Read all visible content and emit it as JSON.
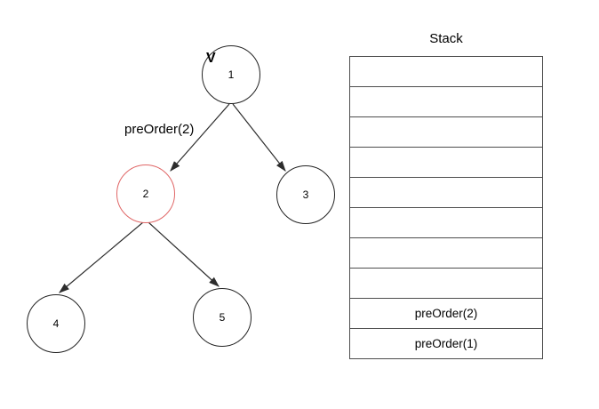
{
  "tree": {
    "visited_mark": "V",
    "edge_label": "preOrder(2)",
    "nodes": [
      {
        "label": "1",
        "highlighted": false
      },
      {
        "label": "2",
        "highlighted": true
      },
      {
        "label": "3",
        "highlighted": false
      },
      {
        "label": "4",
        "highlighted": false
      },
      {
        "label": "5",
        "highlighted": false
      }
    ],
    "edges": [
      "1-2",
      "1-3",
      "2-4",
      "2-5"
    ]
  },
  "stack": {
    "title": "Stack",
    "cells": [
      "",
      "",
      "",
      "",
      "",
      "",
      "",
      "",
      "preOrder(2)",
      "preOrder(1)"
    ]
  },
  "colors": {
    "node_stroke": "#222222",
    "highlight_stroke": "#e06666",
    "stack_border": "#4d4d4d",
    "edge_stroke": "#2d2d2d"
  }
}
